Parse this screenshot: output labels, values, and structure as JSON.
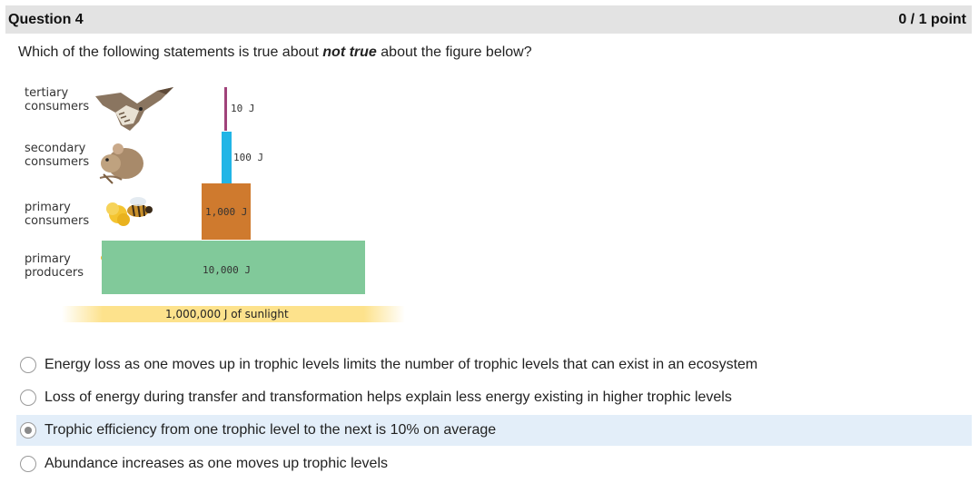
{
  "question": {
    "title": "Question 4",
    "points": "0 / 1 point",
    "prompt_before": "Which of the following statements is true about ",
    "prompt_emphasis": "not true",
    "prompt_after": " about the figure below?"
  },
  "figure": {
    "levels": [
      {
        "label": "tertiary consumers",
        "energy": "10 J",
        "icon": "hawk-icon"
      },
      {
        "label": "secondary consumers",
        "energy": "100 J",
        "icon": "mouse-icon"
      },
      {
        "label": "primary consumers",
        "energy": "1,000 J",
        "icon": "bee-icon"
      },
      {
        "label": "primary producers",
        "energy": "10,000 J",
        "icon": "flower-icon"
      }
    ],
    "sunlight": "1,000,000 J of sunlight",
    "colors": {
      "tertiary": "#a0427a",
      "secondary": "#22b5e6",
      "primary": "#cf7a2e",
      "producers": "#81c99a",
      "sunlight": "#fde28c"
    }
  },
  "options": [
    {
      "text": "Energy loss as one moves up in trophic levels limits the number of trophic levels that can exist in an ecosystem",
      "selected": false
    },
    {
      "text": "Loss of energy during transfer and transformation helps explain less energy existing in higher trophic levels",
      "selected": false
    },
    {
      "text": "Trophic efficiency from one trophic level to the next is 10% on average",
      "selected": true
    },
    {
      "text": "Abundance increases as one moves up trophic levels",
      "selected": false
    }
  ]
}
